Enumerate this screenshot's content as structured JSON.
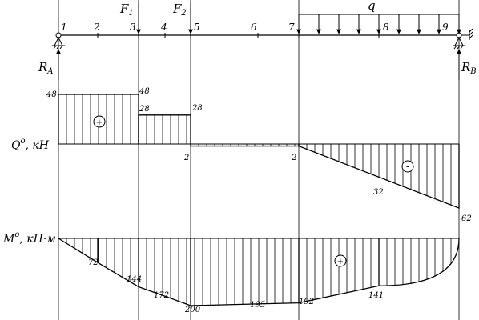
{
  "beam": {
    "point_labels": [
      "1",
      "2",
      "3",
      "4",
      "5",
      "6",
      "7",
      "8",
      "9"
    ],
    "force_labels": {
      "f1": "F",
      "f1_sub": "1",
      "f2": "F",
      "f2_sub": "2",
      "q": "q"
    },
    "support_labels": {
      "ra": "R",
      "ra_sub": "A",
      "rb": "R",
      "rb_sub": "B"
    }
  },
  "shear": {
    "axis_label": "Q",
    "axis_sup": "o",
    "axis_unit": ", кН",
    "value_labels": [
      "48",
      "48",
      "28",
      "28",
      "2",
      "2",
      "32",
      "62"
    ],
    "sign_positive": "+",
    "sign_negative": "-"
  },
  "moment": {
    "axis_label": "M",
    "axis_sup": "o",
    "axis_unit": ", кН·м",
    "value_labels": [
      "72",
      "144",
      "172",
      "200",
      "195",
      "192",
      "141"
    ],
    "sign_positive": "+"
  },
  "chart_data": {
    "type": "structural_diagram",
    "points": [
      "1",
      "2",
      "3",
      "4",
      "5",
      "6",
      "7",
      "8",
      "9"
    ],
    "shear_force": [
      {
        "from": "1",
        "to": "3",
        "value": 48
      },
      {
        "from": "3",
        "to": "5",
        "value": 28
      },
      {
        "from": "5",
        "to": "7",
        "value": -2
      },
      {
        "from": "7",
        "to": "9",
        "value_start": -2,
        "value_end": -62
      }
    ],
    "bending_moment": [
      {
        "point": "1",
        "value": 0
      },
      {
        "point": "2",
        "value": 72
      },
      {
        "point": "3",
        "value": 144
      },
      {
        "point": "4",
        "value": 172
      },
      {
        "point": "5",
        "value": 200
      },
      {
        "point": "6",
        "value": 195
      },
      {
        "point": "7",
        "value": 192
      },
      {
        "point": "8",
        "value": 141
      },
      {
        "point": "9",
        "value": 0
      }
    ]
  }
}
